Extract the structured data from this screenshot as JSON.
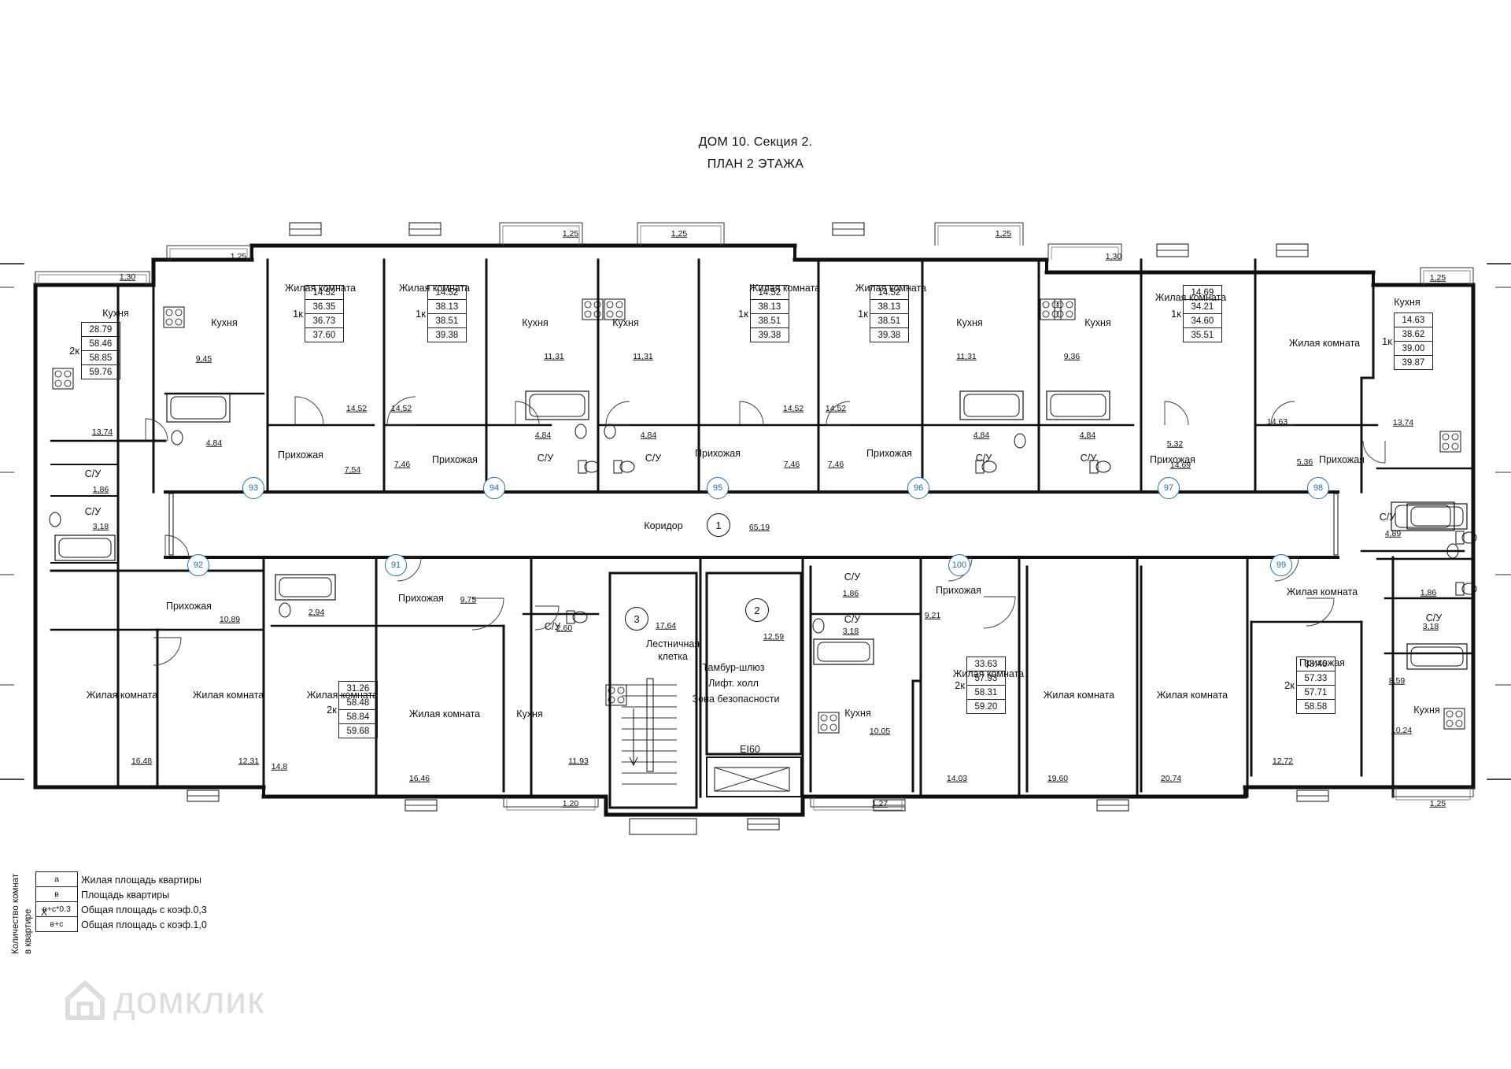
{
  "title": {
    "line1": "ДОМ 10. Секция 2.",
    "line2": "ПЛАН 2 ЭТАЖА"
  },
  "rooms": [
    {
      "id": "kitchen-a",
      "label": "Кухня"
    },
    {
      "id": "kitchen-93",
      "label": "Кухня"
    },
    {
      "id": "living-93",
      "label": "Жилая комната"
    },
    {
      "id": "living-94",
      "label": "Жилая комната"
    },
    {
      "id": "kitchen-94",
      "label": "Кухня"
    },
    {
      "id": "kitchen-95",
      "label": "Кухня"
    },
    {
      "id": "living-95",
      "label": "Жилая комната"
    },
    {
      "id": "living-96",
      "label": "Жилая комната"
    },
    {
      "id": "kitchen-96",
      "label": "Кухня"
    },
    {
      "id": "kitchen-97",
      "label": "Кухня"
    },
    {
      "id": "living-97",
      "label": "Жилая комната"
    },
    {
      "id": "living-98",
      "label": "Жилая комната"
    },
    {
      "id": "kitchen-98",
      "label": "Кухня"
    },
    {
      "id": "hall-93",
      "label": "Прихожая"
    },
    {
      "id": "hall-94",
      "label": "Прихожая"
    },
    {
      "id": "hall-95",
      "label": "Прихожая"
    },
    {
      "id": "hall-96",
      "label": "Прихожая"
    },
    {
      "id": "hall-97",
      "label": "Прихожая"
    },
    {
      "id": "hall-98",
      "label": "Прихожая"
    },
    {
      "id": "bath-a1",
      "label": "С/У"
    },
    {
      "id": "bath-a2",
      "label": "С/У"
    },
    {
      "id": "bath-94",
      "label": "С/У"
    },
    {
      "id": "bath-95",
      "label": "С/У"
    },
    {
      "id": "bath-96",
      "label": "С/У"
    },
    {
      "id": "bath-97",
      "label": "С/У"
    },
    {
      "id": "bath-98",
      "label": "С/У"
    },
    {
      "id": "corridor",
      "label": "Коридор"
    },
    {
      "id": "hall-92",
      "label": "Прихожая"
    },
    {
      "id": "living-92a",
      "label": "Жилая комната"
    },
    {
      "id": "living-92b",
      "label": "Жилая комната"
    },
    {
      "id": "hall-91",
      "label": "Прихожая"
    },
    {
      "id": "bath-91",
      "label": "С/У"
    },
    {
      "id": "living-91a",
      "label": "Жилая комната"
    },
    {
      "id": "living-91b",
      "label": "Жилая комната"
    },
    {
      "id": "kitchen-91",
      "label": "Кухня"
    },
    {
      "id": "stair-1",
      "label": "Лестничная"
    },
    {
      "id": "stair-2",
      "label": "клетка"
    },
    {
      "id": "lobby-1",
      "label": "Тамбур-шлюз"
    },
    {
      "id": "lobby-2",
      "label": "Лифт. холл"
    },
    {
      "id": "lobby-3",
      "label": "Зона безопасности"
    },
    {
      "id": "lift",
      "label": "EI60"
    },
    {
      "id": "bath-100a",
      "label": "С/У"
    },
    {
      "id": "bath-100b",
      "label": "С/У"
    },
    {
      "id": "hall-100",
      "label": "Прихожая"
    },
    {
      "id": "kitchen-100",
      "label": "Кухня"
    },
    {
      "id": "living-100a",
      "label": "Жилая комната"
    },
    {
      "id": "living-100b",
      "label": "Жилая комната"
    },
    {
      "id": "living-99a",
      "label": "Жилая комната"
    },
    {
      "id": "hall-99",
      "label": "Прихожая"
    },
    {
      "id": "living-99b",
      "label": "Жилая комната"
    },
    {
      "id": "bath-99",
      "label": "С/У"
    },
    {
      "id": "kitchen-99",
      "label": "Кухня"
    }
  ],
  "areas": [
    "1,30",
    "1,25",
    "1,25",
    "1,25",
    "1,25",
    "1,30",
    "1,25",
    "9,45",
    "14,52",
    "14,52",
    "11,31",
    "11,31",
    "14,52",
    "14,52",
    "11,31",
    "9,36",
    "14,69",
    "14,63",
    "13,74",
    "13,74",
    "4,84",
    "7,54",
    "7,46",
    "4,84",
    "4,84",
    "7,46",
    "7,46",
    "4,84",
    "4,84",
    "5,32",
    "5,36",
    "1,86",
    "3,18",
    "65,19",
    "4,89",
    "10,89",
    "2,94",
    "9,75",
    "2,60",
    "17,64",
    "12,59",
    "1,86",
    "3,18",
    "9,21",
    "1,86",
    "3,18",
    "8,59",
    "16,48",
    "12,31",
    "14,8",
    "16,46",
    "11,93",
    "10,05",
    "14,03",
    "19,60",
    "20,74",
    "12,72",
    "10,24",
    "1,20",
    "1,27",
    "1,25"
  ],
  "apartments": [
    "93",
    "94",
    "95",
    "96",
    "97",
    "98",
    "92",
    "91",
    "100",
    "99"
  ],
  "zones": [
    "1",
    "3",
    "2"
  ],
  "cards": [
    {
      "rooms": "2к",
      "values": [
        "28.79",
        "58.46",
        "58.85",
        "59.76"
      ]
    },
    {
      "rooms": "1к",
      "values": [
        "14.52",
        "36.35",
        "36.73",
        "37.60"
      ]
    },
    {
      "rooms": "1к",
      "values": [
        "14.52",
        "38.13",
        "38.51",
        "39.38"
      ]
    },
    {
      "rooms": "1к",
      "values": [
        "14.52",
        "38.13",
        "38.51",
        "39.38"
      ]
    },
    {
      "rooms": "1к",
      "values": [
        "14.52",
        "38.13",
        "38.51",
        "39.38"
      ]
    },
    {
      "rooms": "1к",
      "values": [
        "14.69",
        "34.21",
        "34.60",
        "35.51"
      ]
    },
    {
      "rooms": "1к",
      "values": [
        "14.63",
        "38.62",
        "39.00",
        "39.87"
      ]
    },
    {
      "rooms": "2к",
      "values": [
        "31.26",
        "58.48",
        "58.84",
        "59.68"
      ]
    },
    {
      "rooms": "2к",
      "values": [
        "33.63",
        "57.93",
        "58.31",
        "59.20"
      ]
    },
    {
      "rooms": "2к",
      "values": [
        "33.46",
        "57.33",
        "57.71",
        "58.58"
      ]
    }
  ],
  "legend": {
    "vertical_1": "Количество комнат",
    "vertical_2": "в квартире",
    "x_mark": "Х",
    "items": [
      {
        "code": "а",
        "text": "Жилая площадь квартиры"
      },
      {
        "code": "в",
        "text": "Площадь квартиры"
      },
      {
        "code": "в+с*0.3",
        "text": "Общая площадь с коэф.0,3"
      },
      {
        "code": "в+с",
        "text": "Общая площадь с коэф.1,0"
      }
    ]
  },
  "watermark": "домклик",
  "colors": {
    "accent": "#1f6fb4",
    "line": "#111111"
  }
}
